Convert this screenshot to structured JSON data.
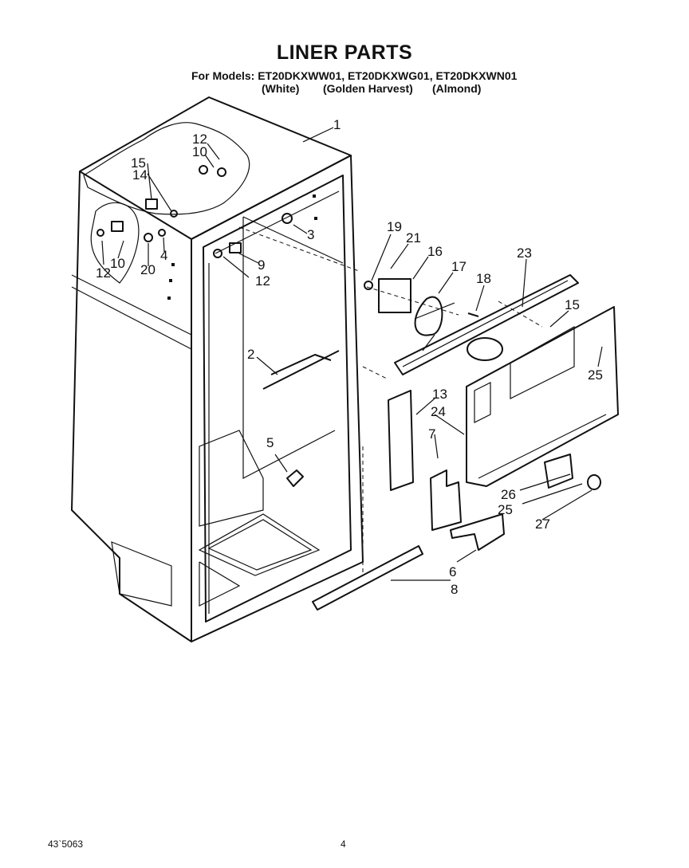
{
  "title": "LINER PARTS",
  "models_line": "For Models: ET20DKXWW01, ET20DKXWG01, ET20DKXWN01",
  "finishes": [
    "(White)",
    "(Golden Harvest)",
    "(Almond)"
  ],
  "callouts": [
    "1",
    "12",
    "10",
    "15",
    "14",
    "3",
    "19",
    "21",
    "16",
    "17",
    "18",
    "23",
    "15",
    "9",
    "12",
    "12",
    "10",
    "20",
    "4",
    "2",
    "25",
    "13",
    "24",
    "7",
    "5",
    "26",
    "25",
    "27",
    "6",
    "8"
  ],
  "footer_left": "43`5063",
  "page_number": "4"
}
